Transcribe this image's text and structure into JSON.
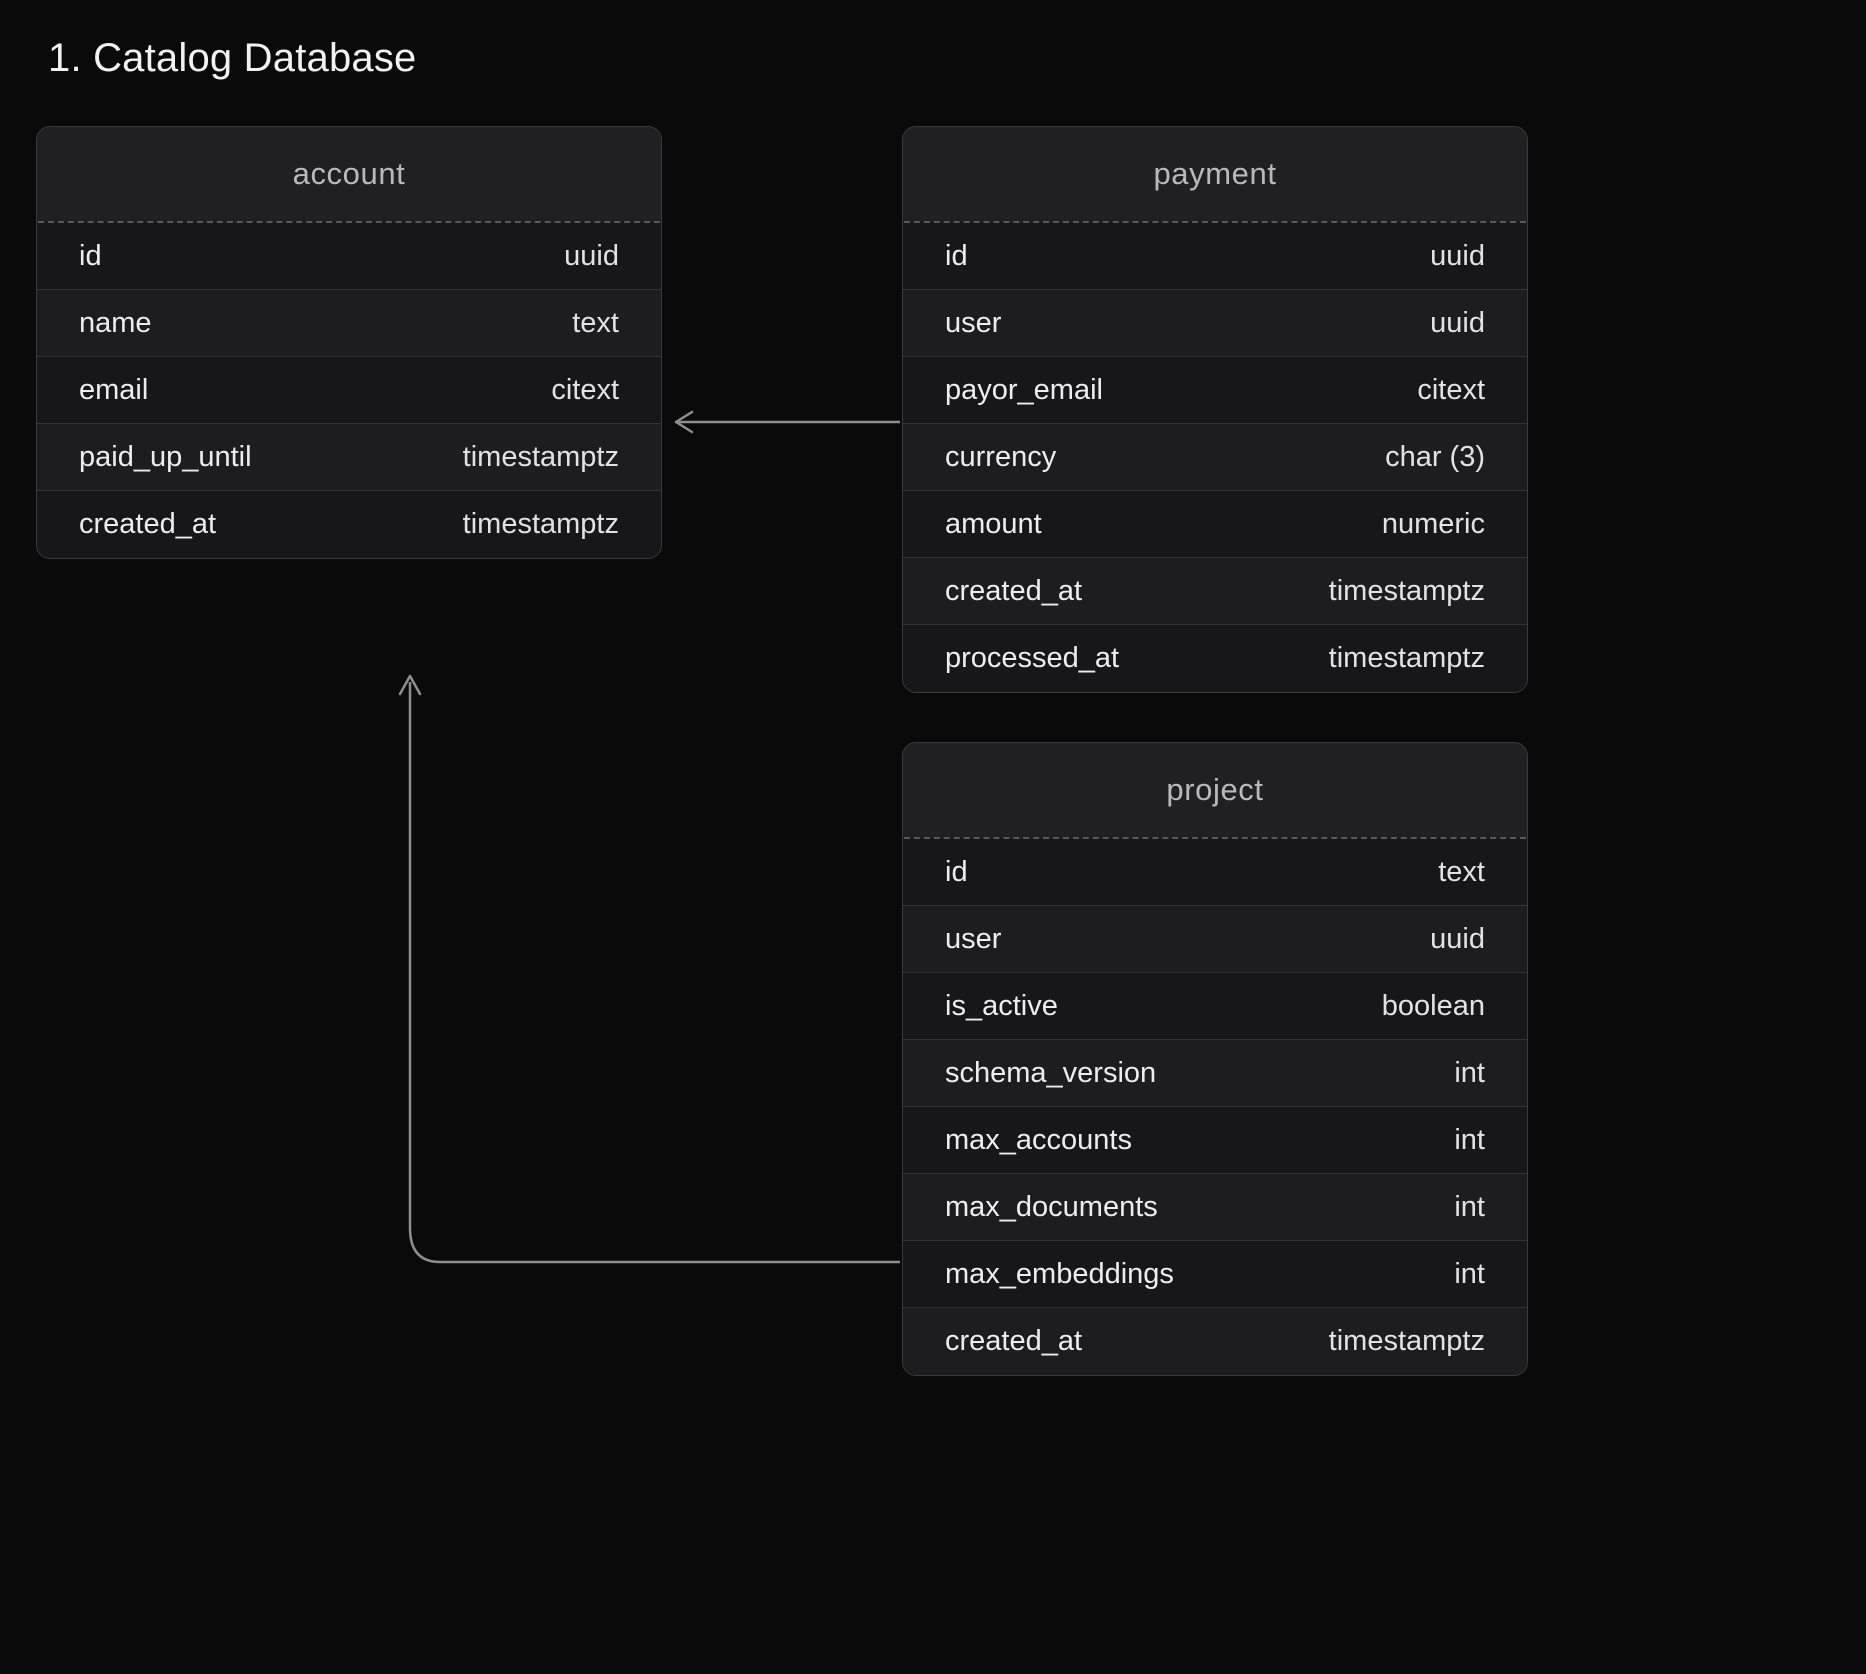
{
  "page": {
    "title": "1. Catalog Database",
    "background_color": "#0a0a0a",
    "card_color": "#1b1b1d",
    "border_color": "#3a3a3a",
    "text_color": "#ededed",
    "title_color": "#b9b9b9",
    "connector_color": "#8e8e8e"
  },
  "entities": [
    {
      "name": "account",
      "columns": [
        {
          "name": "id",
          "type": "uuid"
        },
        {
          "name": "name",
          "type": "text"
        },
        {
          "name": "email",
          "type": "citext"
        },
        {
          "name": "paid_up_until",
          "type": "timestamptz"
        },
        {
          "name": "created_at",
          "type": "timestamptz"
        }
      ]
    },
    {
      "name": "payment",
      "columns": [
        {
          "name": "id",
          "type": "uuid"
        },
        {
          "name": "user",
          "type": "uuid"
        },
        {
          "name": "payor_email",
          "type": "citext"
        },
        {
          "name": "currency",
          "type": "char (3)"
        },
        {
          "name": "amount",
          "type": "numeric"
        },
        {
          "name": "created_at",
          "type": "timestamptz"
        },
        {
          "name": "processed_at",
          "type": "timestamptz"
        }
      ]
    },
    {
      "name": "project",
      "columns": [
        {
          "name": "id",
          "type": "text"
        },
        {
          "name": "user",
          "type": "uuid"
        },
        {
          "name": "is_active",
          "type": "boolean"
        },
        {
          "name": "schema_version",
          "type": "int"
        },
        {
          "name": "max_accounts",
          "type": "int"
        },
        {
          "name": "max_documents",
          "type": "int"
        },
        {
          "name": "max_embeddings",
          "type": "int"
        },
        {
          "name": "created_at",
          "type": "timestamptz"
        }
      ]
    }
  ],
  "relationships": [
    {
      "from": "payment.user",
      "to": "account.id",
      "style": "straight"
    },
    {
      "from": "project.user",
      "to": "account.id",
      "style": "elbow"
    }
  ]
}
